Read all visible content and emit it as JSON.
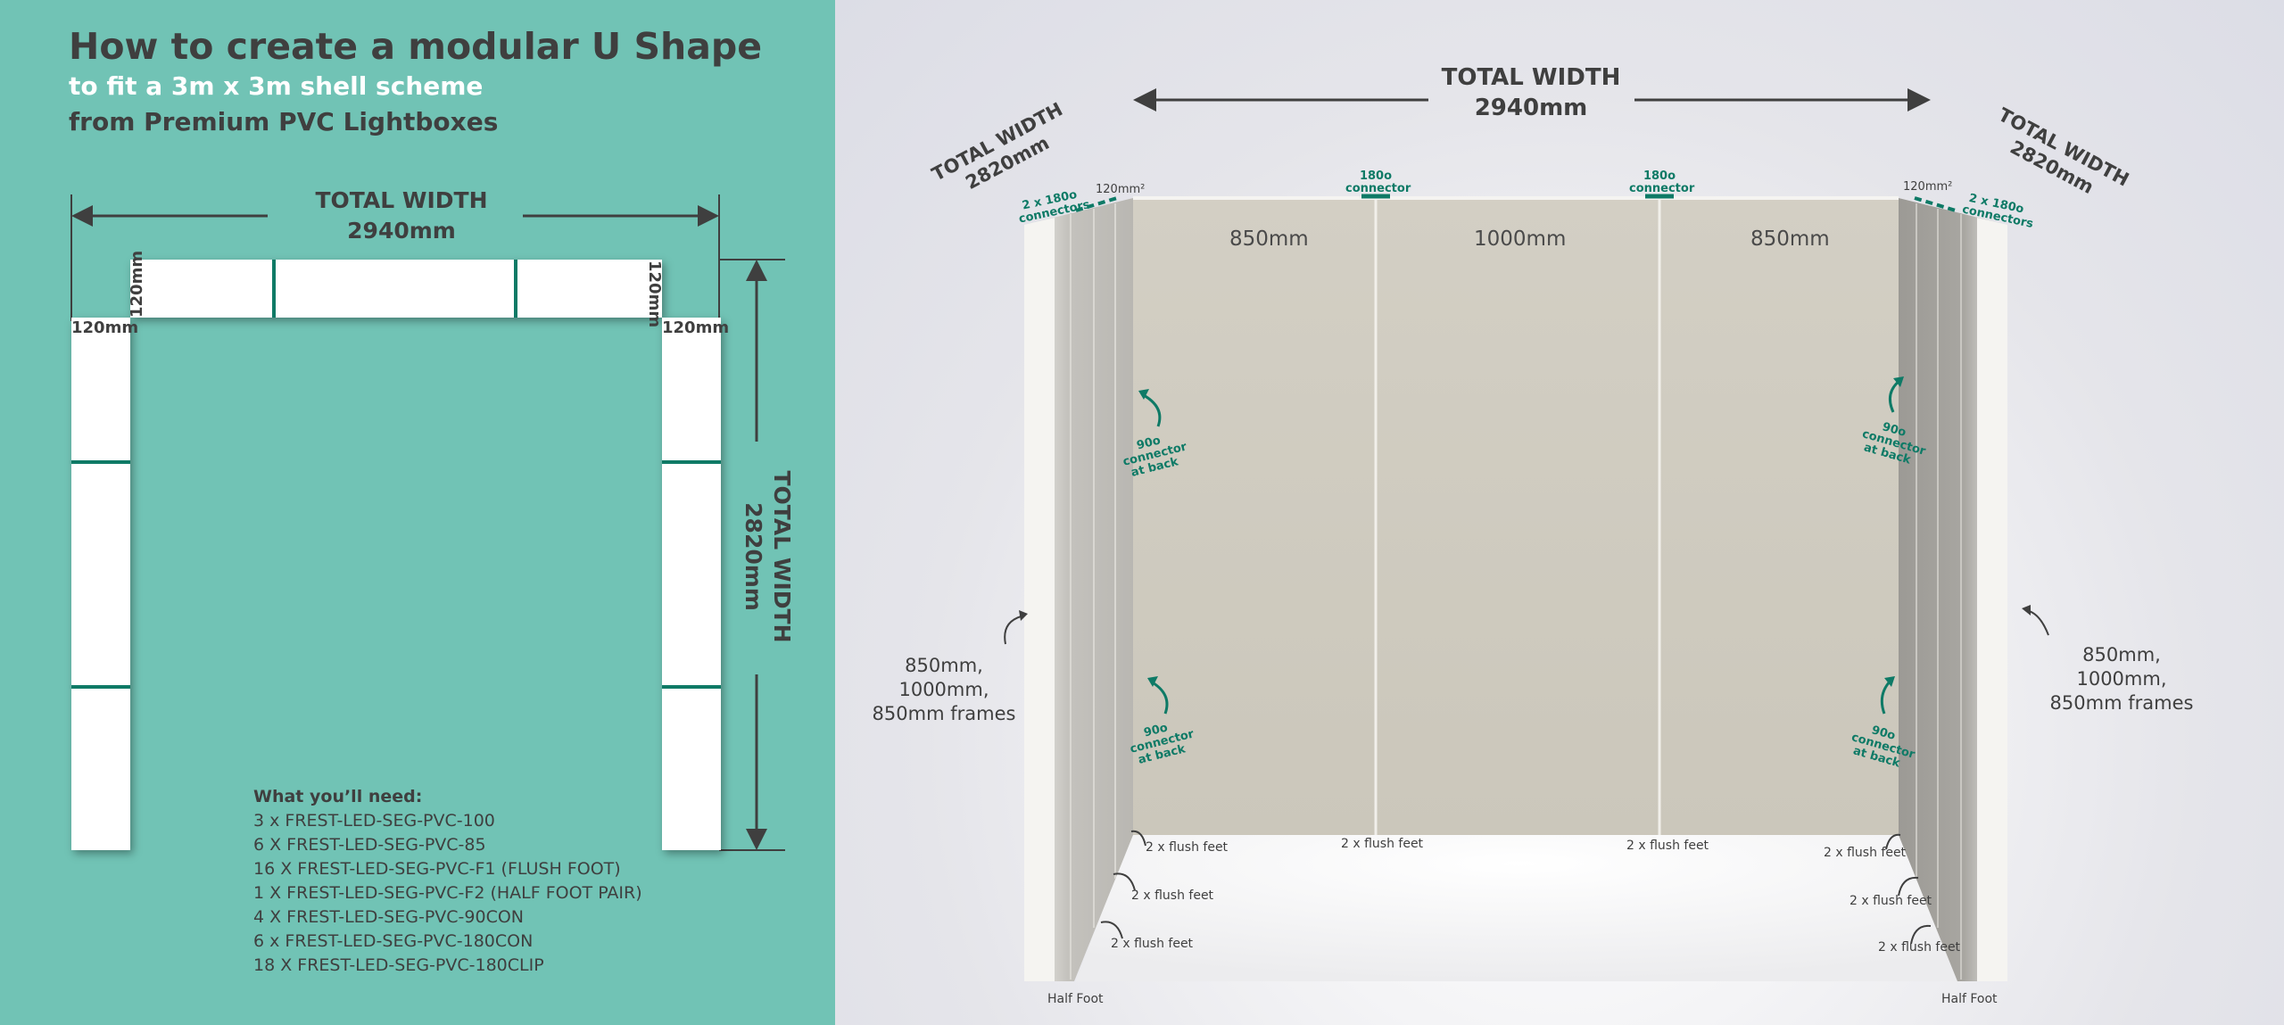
{
  "header": {
    "title": "How to create a modular U Shape",
    "subtitle_line1": "to fit a 3m x 3m shell scheme",
    "subtitle_line2": "from Premium PVC Lightboxes"
  },
  "plan": {
    "total_width_label": "TOTAL WIDTH",
    "total_width_value": "2940mm",
    "total_depth_label": "TOTAL WIDTH",
    "total_depth_value": "2820mm",
    "corner_left_top": "120mm",
    "corner_right_top": "120mm",
    "corner_left_side": "120mm",
    "corner_right_side": "120mm"
  },
  "needs": {
    "title": "What you’ll need:",
    "items": [
      "3 x FREST-LED-SEG-PVC-100",
      "6 X FREST-LED-SEG-PVC-85",
      "16 X FREST-LED-SEG-PVC-F1 (FLUSH FOOT)",
      "1 X FREST-LED-SEG-PVC-F2 (HALF FOOT PAIR)",
      "4 X FREST-LED-SEG-PVC-90CON",
      "6 x FREST-LED-SEG-PVC-180CON",
      "18 X FREST-LED-SEG-PVC-180CLIP"
    ]
  },
  "render": {
    "total_width_label": "TOTAL WIDTH",
    "total_width_value": "2940mm",
    "left_depth_label": "TOTAL WIDTH",
    "left_depth_value": "2820mm",
    "right_depth_label": "TOTAL WIDTH",
    "right_depth_value": "2820mm",
    "connectors_180_left": "2 x 180o connectors",
    "connectors_180_right": "2 x 180o connectors",
    "corner_left": "120mm²",
    "corner_right": "120mm²",
    "connector_180_a": "180o connector",
    "connector_180_b": "180o connector",
    "panel_left": "850mm",
    "panel_center": "1000mm",
    "panel_right": "850mm",
    "connector_90": "90o connector at back",
    "frames_left": "850mm, 1000mm, 850mm frames",
    "frames_right": "850mm, 1000mm, 850mm frames",
    "flush_feet": "2 x flush feet",
    "half_foot": "Half Foot"
  },
  "colors": {
    "teal_background": "#71c3b5",
    "connector_teal": "#0e7a66",
    "text_dark": "#3f3f3f",
    "lightbox_white": "#ffffff",
    "fabric_beige": "#cfcbc0"
  }
}
